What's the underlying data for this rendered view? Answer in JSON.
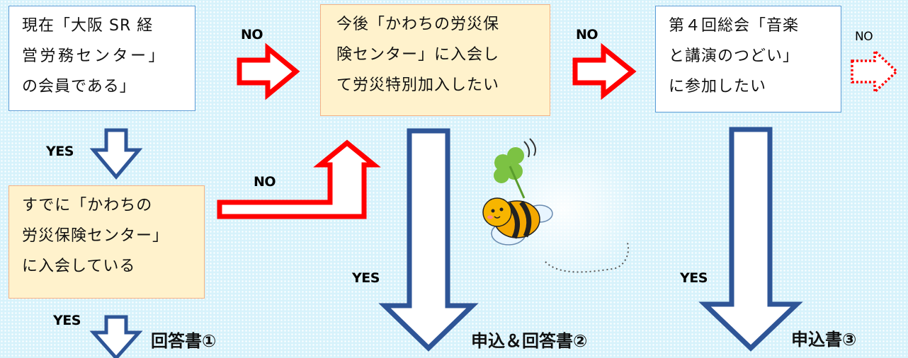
{
  "boxes": {
    "current_member": [
      "現在「大阪 SR 経",
      "営労務センター」",
      "の会員である」"
    ],
    "join_future": [
      "今後「かわちの労災保",
      "険センター」に入会し",
      "て労災特別加入したい"
    ],
    "general_meeting": [
      "第４回総会「音楽",
      "と講演のつどい」",
      "に参加したい"
    ],
    "already_member": [
      "すでに「かわちの",
      "労災保険センター」",
      "に入会している"
    ]
  },
  "labels": {
    "no_1": "NO",
    "no_2": "NO",
    "no_3": "NO",
    "no_4": "NO",
    "yes_1": "YES",
    "yes_2": "YES",
    "yes_3": "YES",
    "yes_4": "YES"
  },
  "forms": {
    "form_1": "回答書①",
    "form_2": "申込＆回答書②",
    "form_3": "申込書③"
  },
  "colors": {
    "no_arrow": "#ff0000",
    "yes_arrow": "#2e5597",
    "white_box_border": "#5b9bd5",
    "yellow_box_fill": "#fff2cc",
    "yellow_box_border": "#f4b183",
    "background": "#d7f2fb"
  },
  "decor": {
    "illustration": "bee-with-clover"
  }
}
